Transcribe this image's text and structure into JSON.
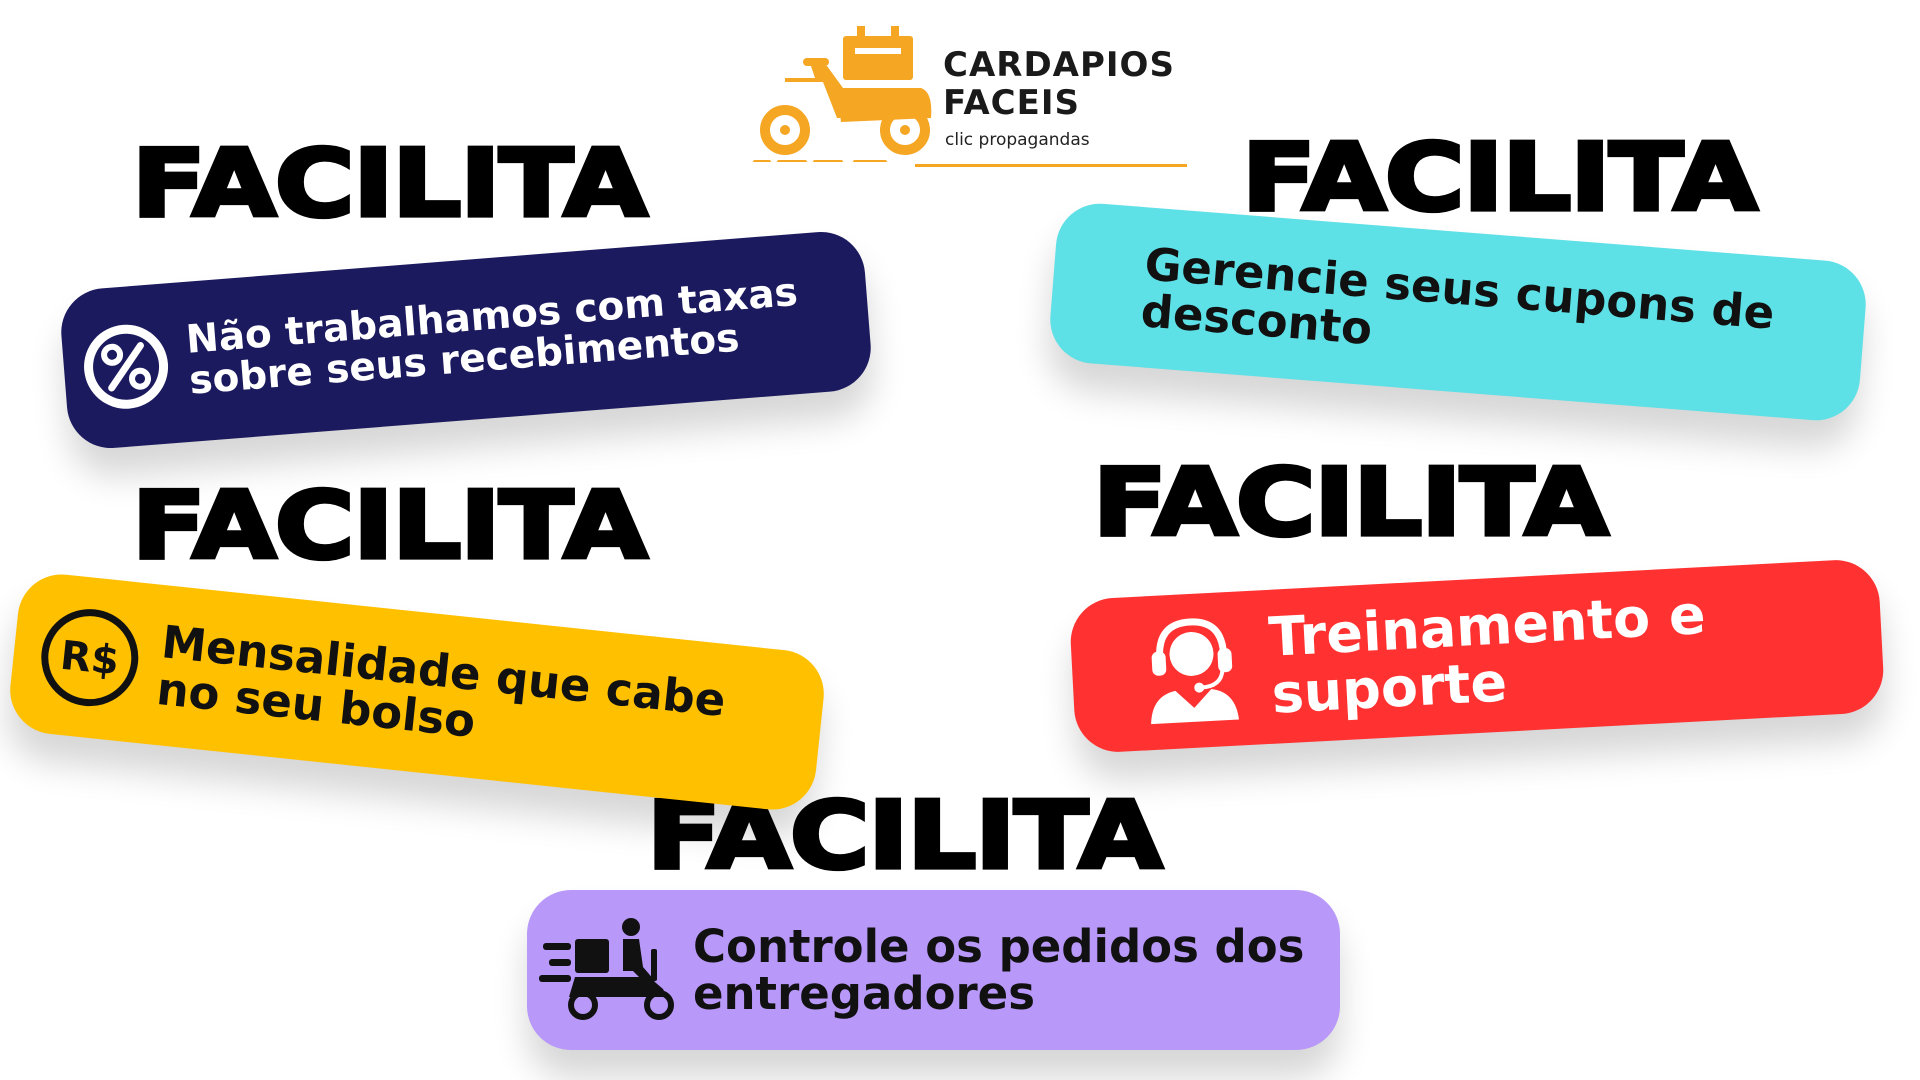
{
  "logo": {
    "title_line1": "CARDAPIOS",
    "title_line2": "FACEIS",
    "subtitle": "clic propagandas",
    "icon": "delivery-scooter-icon",
    "color": "#f5a623"
  },
  "headings": [
    {
      "text": "FACILITA"
    },
    {
      "text": "FACILITA"
    },
    {
      "text": "FACILITA"
    },
    {
      "text": "FACILITA"
    },
    {
      "text": "FACILITA"
    }
  ],
  "features": [
    {
      "line1": "Não trabalhamos com taxas",
      "line2": "sobre seus recebimentos",
      "icon": "percent-icon",
      "color": "#1c1a5e"
    },
    {
      "line1": "Gerencie seus cupons de",
      "line2": "desconto",
      "icon": "",
      "color": "#5de0e6"
    },
    {
      "line1": "Mensalidade que cabe",
      "line2": "no seu bolso",
      "icon": "currency-real-icon",
      "color": "#ffc000"
    },
    {
      "line1": "Treinamento e",
      "line2": "suporte",
      "icon": "support-agent-icon",
      "color": "#ff3131"
    },
    {
      "line1": "Controle os pedidos dos",
      "line2": "entregadores",
      "icon": "delivery-rider-icon",
      "color": "#b898f8"
    }
  ]
}
